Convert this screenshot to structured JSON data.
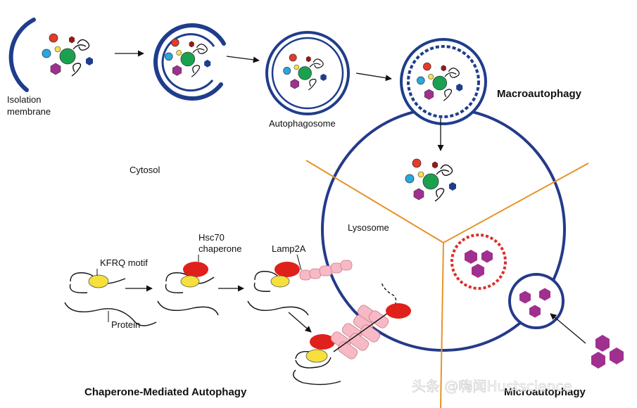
{
  "labels": {
    "isolation_membrane": [
      "Isolation",
      "membrane"
    ],
    "autophagosome": "Autophagosome",
    "macroautophagy": "Macroautophagy",
    "cytosol": "Cytosol",
    "lysosome": "Lysosome",
    "kfrq_motif": "KFRQ motif",
    "hsc70": [
      "Hsc70",
      "chaperone"
    ],
    "lamp2a": "Lamp2A",
    "protein": "Protein",
    "cma": "Chaperone-Mediated Autophagy",
    "microautophagy": "Microautophagy"
  },
  "watermark": "头条 @嗨闻Hustscience",
  "colors": {
    "membrane": "#1f3d8c",
    "kfrq": "#f6e03c",
    "hsc70": "#e0201b",
    "lamp2a": "#f7b9c5",
    "cargo_purple": "#a0308f",
    "lysosome_stroke": "#243a8a",
    "spoke": "#e8922a",
    "vesicle_dashed": "#d8322b"
  },
  "icons": {
    "cargo": [
      "red-sphere",
      "yellow-sphere",
      "blue-sphere",
      "green-sphere",
      "purple-hexagon",
      "navy-hexagon",
      "maroon-hexagon",
      "squiggle"
    ]
  }
}
